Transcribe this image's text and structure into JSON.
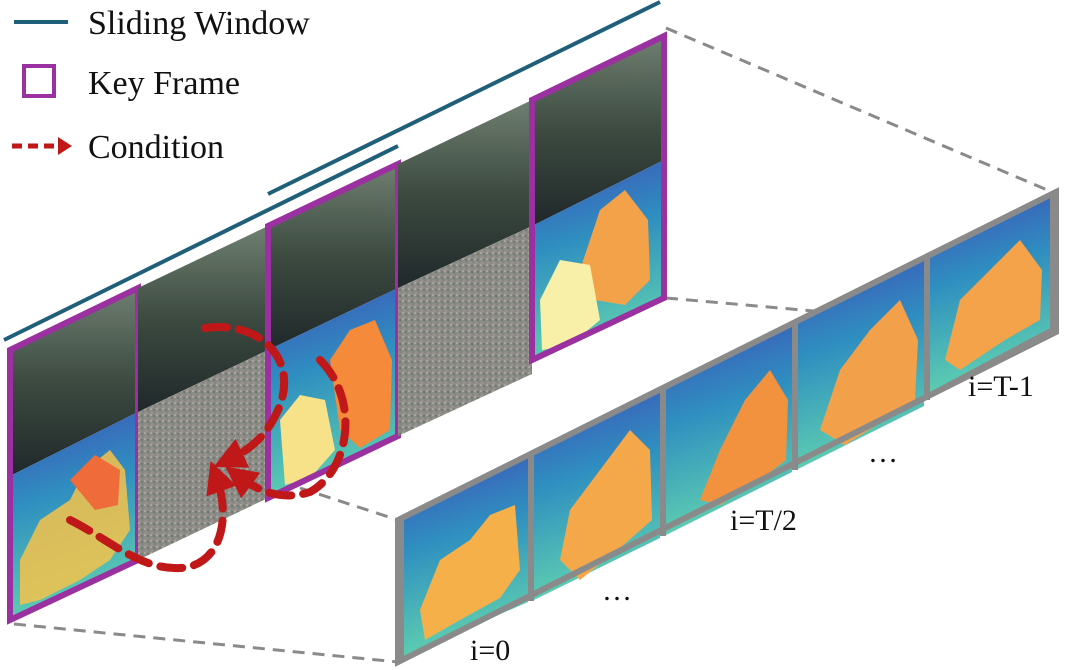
{
  "legend": {
    "items": [
      {
        "icon": "teal-line-icon",
        "label": "Sliding Window"
      },
      {
        "icon": "purple-square-icon",
        "label": "Key Frame"
      },
      {
        "icon": "red-dashed-arrow-icon",
        "label": "Condition"
      }
    ]
  },
  "labels": {
    "first": "i=0",
    "middle": "i=T/2",
    "last": "i=T-1",
    "ellipsis_bottom": "…",
    "ellipsis_top": "…"
  },
  "colors": {
    "sliding_window": "#1f5f7a",
    "key_frame": "#9b30a0",
    "condition": "#c01818",
    "strip_border": "#8a8a8a"
  }
}
